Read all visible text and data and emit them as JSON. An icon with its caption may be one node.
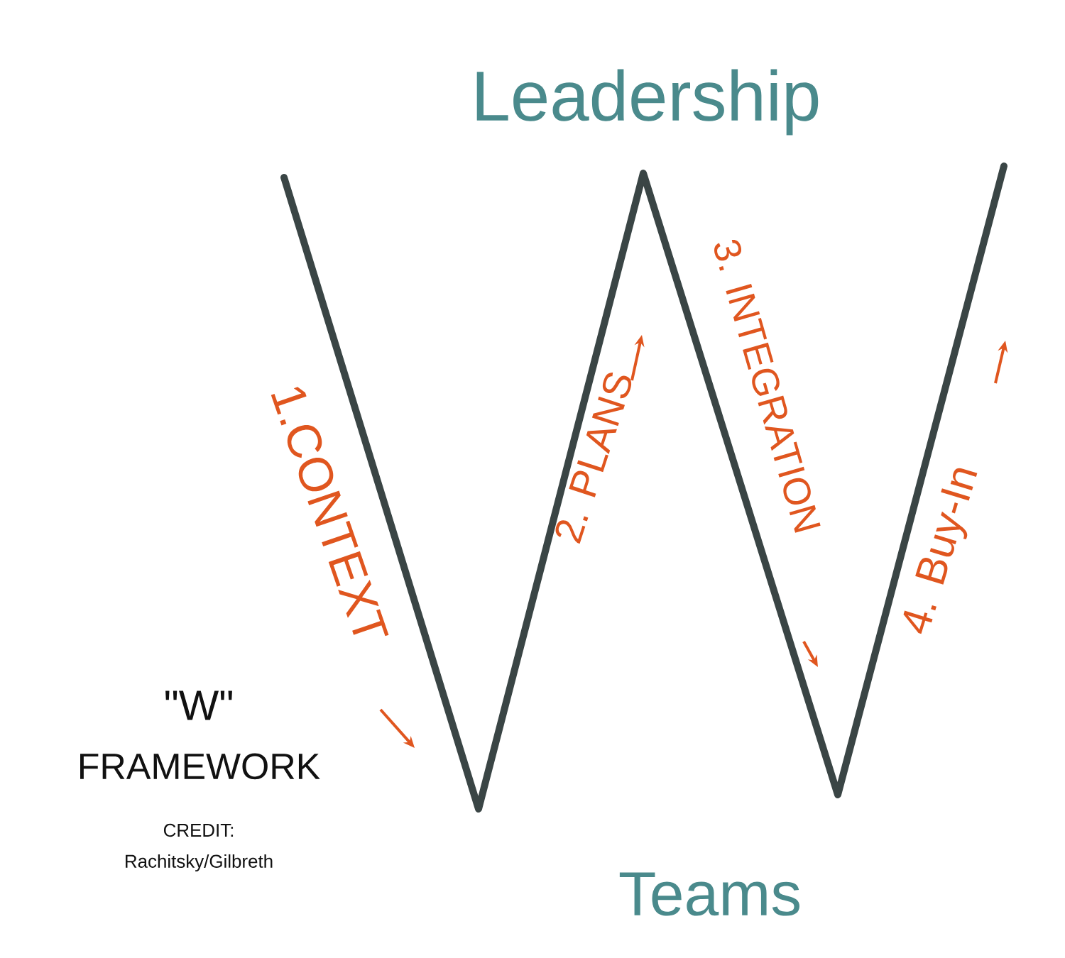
{
  "diagram": {
    "labels": [
      "Leadership",
      "1.CONTEXT",
      "2. PLANS",
      "3. INTEGRATION",
      "4. Buy-In",
      "\"W\"",
      "FRAMEWORK",
      "CREDIT:",
      "Rachitsky/Gilbreth",
      "Teams"
    ]
  }
}
